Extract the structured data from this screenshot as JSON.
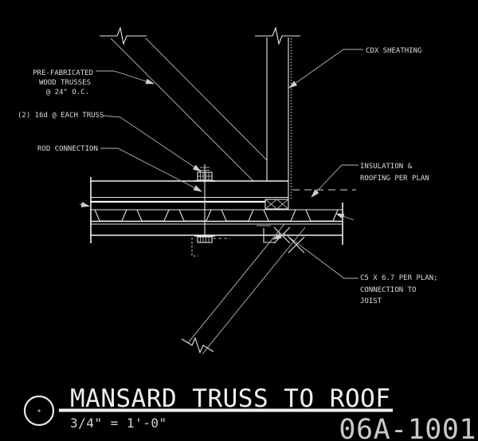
{
  "drawing_labels": {
    "prefab_1": "PRE-FABRICATED",
    "prefab_2": "WOOD TRUSSES",
    "prefab_3": "@ 24\" O.C.",
    "nail_note": "(2) 16d @ EACH TRUSS",
    "rod_note": "ROD CONNECTION",
    "sheathing_note": "CDX SHEATHING",
    "insulation_1": "INSULATION &",
    "insulation_2": "ROOFING PER PLAN",
    "channel_1": "C5 X 6.7 PER PLAN;",
    "channel_2": "CONNECTION TO",
    "channel_3": "JOIST"
  },
  "title_block": {
    "title": "MANSARD TRUSS TO ROOF",
    "scale": "3/4\" = 1'-0\"",
    "detail_number": "06A-1001"
  },
  "colors": {
    "background": "#000000",
    "line_bright": "#e9e9e9",
    "line_dim": "#a9a9a9",
    "text": "#dcdcdc"
  }
}
